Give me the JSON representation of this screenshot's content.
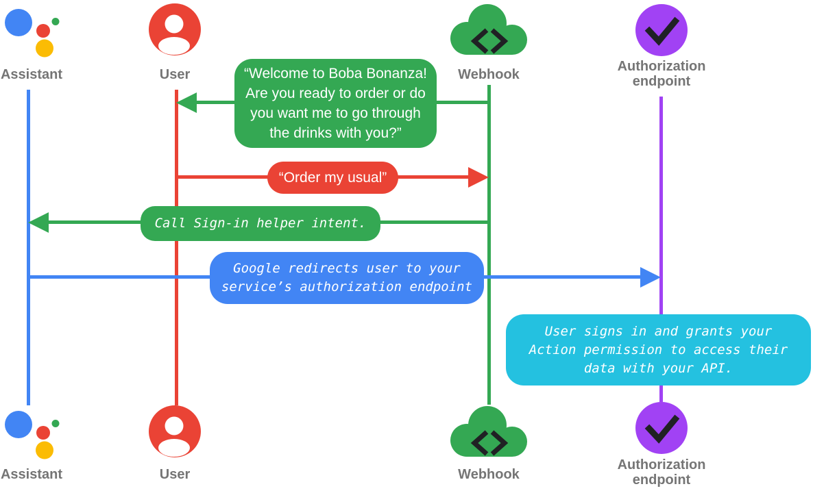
{
  "colors": {
    "blue": "#4285F4",
    "red": "#EA4335",
    "green": "#34A853",
    "yellow": "#FBBC04",
    "purple": "#A142F4",
    "cyan": "#24C1E0",
    "label_gray": "#757575"
  },
  "actors": [
    {
      "id": "assistant",
      "label": "Assistant",
      "color": "#4285F4",
      "icon": "google-assistant-icon"
    },
    {
      "id": "user",
      "label": "User",
      "color": "#EA4335",
      "icon": "user-icon"
    },
    {
      "id": "webhook",
      "label": "Webhook",
      "color": "#34A853",
      "icon": "cloud-code-icon"
    },
    {
      "id": "auth",
      "label_lines": [
        "Authorization",
        "endpoint"
      ],
      "color": "#A142F4",
      "icon": "check-circle-icon"
    }
  ],
  "messages": [
    {
      "from": "webhook",
      "to": "user",
      "color": "#34A853",
      "text_style": "sans",
      "lines": [
        "“Welcome to Boba Bonanza!",
        "Are you ready to order or do",
        "you want me to go through",
        "the drinks with you?”"
      ]
    },
    {
      "from": "user",
      "to": "webhook",
      "color": "#EA4335",
      "text_style": "sans",
      "label": "“Order my usual”"
    },
    {
      "from": "webhook",
      "to": "assistant",
      "color": "#34A853",
      "text_style": "mono-italic",
      "label": "Call Sign-in helper intent."
    },
    {
      "from": "assistant",
      "to": "auth",
      "color": "#4285F4",
      "text_style": "mono-italic",
      "lines": [
        "Google redirects user to your",
        "service’s authorization endpoint"
      ]
    }
  ],
  "notes": [
    {
      "near": "auth",
      "color": "#24C1E0",
      "text_style": "mono-italic",
      "lines": [
        "User signs in and grants your",
        "Action permission to access their",
        "data with your API."
      ]
    }
  ]
}
